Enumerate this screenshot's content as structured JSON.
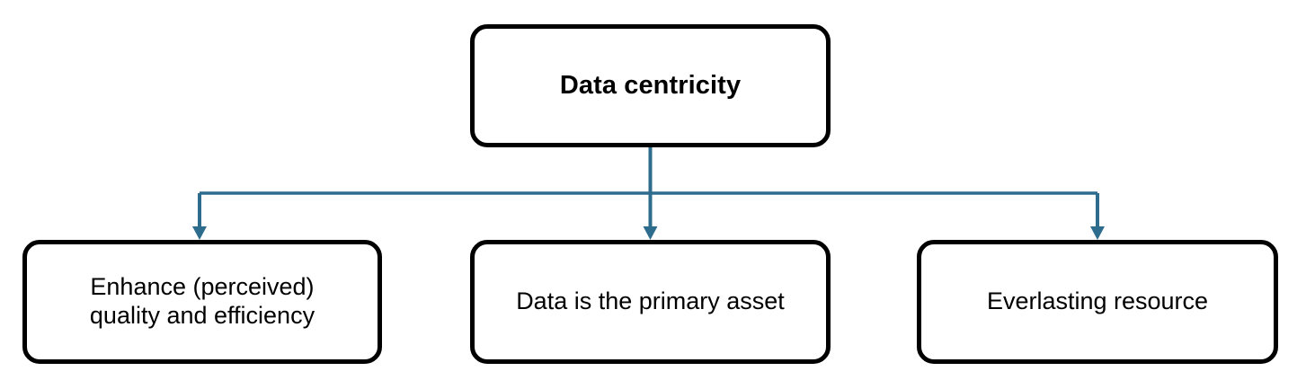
{
  "diagram": {
    "title": "Data centricity hierarchy",
    "type": "tree",
    "colors": {
      "node_border": "#000000",
      "node_fill": "#ffffff",
      "connector": "#2e6c8e",
      "text": "#000000",
      "background": "#ffffff"
    },
    "root": {
      "label": "Data centricity"
    },
    "children": [
      {
        "label": "Enhance (perceived)\nquality and efficiency"
      },
      {
        "label": "Data is the primary asset"
      },
      {
        "label": "Everlasting resource"
      }
    ],
    "connectors": [
      {
        "from": "Data centricity",
        "to": "Enhance (perceived) quality and efficiency",
        "arrow": "down"
      },
      {
        "from": "Data centricity",
        "to": "Data is the primary asset",
        "arrow": "down"
      },
      {
        "from": "Data centricity",
        "to": "Everlasting resource",
        "arrow": "down"
      }
    ]
  }
}
